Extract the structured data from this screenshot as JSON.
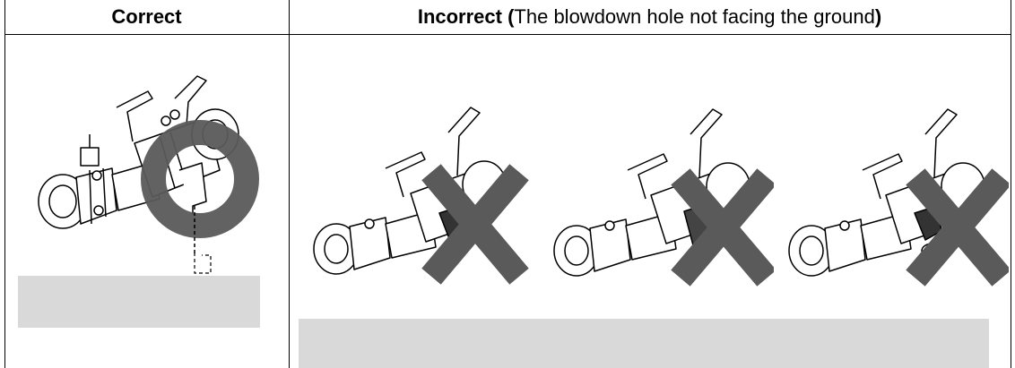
{
  "table": {
    "col1_header": "Correct",
    "col2_header_bold_start": "Incorrect (",
    "col2_header_text": "The blowdown hole not facing the ground",
    "col2_header_bold_end": ")"
  },
  "colors": {
    "line": "#000000",
    "mark": "#5a5a5a",
    "panel": "#d9d9d9"
  },
  "icons": {
    "correct_mark": "circle-mark-icon",
    "incorrect_mark": "x-mark-icon"
  }
}
